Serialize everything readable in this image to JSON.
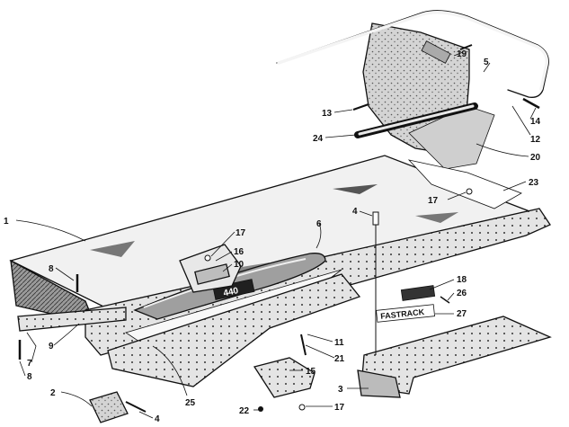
{
  "colors": {
    "ink": "#111111",
    "metal": "#ededed",
    "shade": "#bdbdbd",
    "dark": "#707070",
    "paper": "#ffffff"
  },
  "badges": {
    "model_plate": "440",
    "decal": "FASTRACK"
  },
  "callouts": [
    {
      "id": "c1",
      "text": "1"
    },
    {
      "id": "c2",
      "text": "2"
    },
    {
      "id": "c3",
      "text": "3"
    },
    {
      "id": "c4a",
      "text": "4"
    },
    {
      "id": "c4b",
      "text": "4"
    },
    {
      "id": "c5",
      "text": "5"
    },
    {
      "id": "c6",
      "text": "6"
    },
    {
      "id": "c7",
      "text": "7"
    },
    {
      "id": "c8a",
      "text": "8"
    },
    {
      "id": "c8b",
      "text": "8"
    },
    {
      "id": "c9",
      "text": "9"
    },
    {
      "id": "c10",
      "text": "10"
    },
    {
      "id": "c11",
      "text": "11"
    },
    {
      "id": "c12",
      "text": "12"
    },
    {
      "id": "c13",
      "text": "13"
    },
    {
      "id": "c14",
      "text": "14"
    },
    {
      "id": "c15",
      "text": "15"
    },
    {
      "id": "c16",
      "text": "16"
    },
    {
      "id": "c17a",
      "text": "17"
    },
    {
      "id": "c17b",
      "text": "17"
    },
    {
      "id": "c17c",
      "text": "17"
    },
    {
      "id": "c18",
      "text": "18"
    },
    {
      "id": "c19",
      "text": "19"
    },
    {
      "id": "c20",
      "text": "20"
    },
    {
      "id": "c21",
      "text": "21"
    },
    {
      "id": "c22",
      "text": "22"
    },
    {
      "id": "c23",
      "text": "23"
    },
    {
      "id": "c24",
      "text": "24"
    },
    {
      "id": "c25",
      "text": "25"
    },
    {
      "id": "c26",
      "text": "26"
    },
    {
      "id": "c27",
      "text": "27"
    }
  ]
}
